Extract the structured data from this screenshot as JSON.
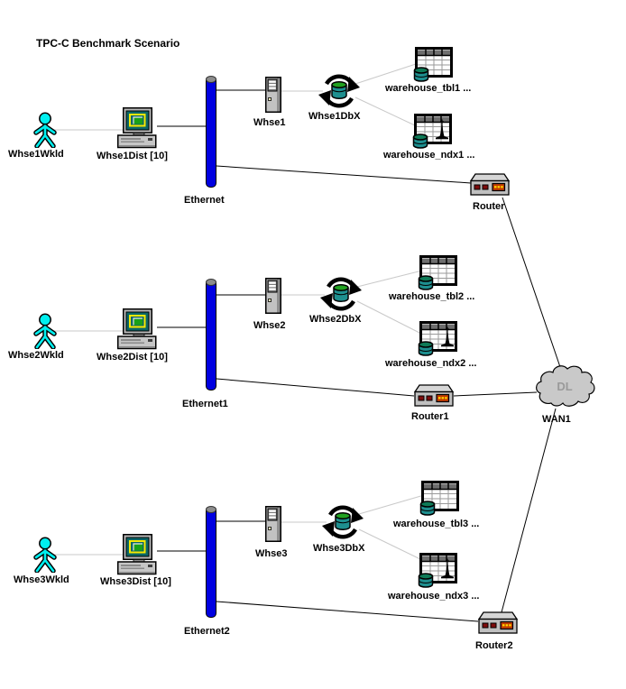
{
  "title": "TPC-C Benchmark Scenario",
  "wan": {
    "label": "WAN1",
    "text": "DL"
  },
  "colors": {
    "ethernet-blue": "#0000E0",
    "actor-cyan": "#00EFEF",
    "db-body": "#1E8F8F",
    "db-top": "#21A121",
    "db-top-dark": "#0E7A57",
    "link-gray": "#C9C9C9",
    "cloud-gray": "#C9C9C9",
    "cloud-text": "#9A9A9A",
    "led-dark-red": "#7E0C0C",
    "led-panel": "#C23B00",
    "metal-gray": "#C0C0C0"
  },
  "tiers": [
    {
      "wkld": "Whse1Wkld",
      "dist": "Whse1Dist [10]",
      "ethernet": "Ethernet",
      "server": "Whse1",
      "dbx": "Whse1DbX",
      "tbl": "warehouse_tbl1 ...",
      "ndx": "warehouse_ndx1 ...",
      "router": "Router"
    },
    {
      "wkld": "Whse2Wkld",
      "dist": "Whse2Dist [10]",
      "ethernet": "Ethernet1",
      "server": "Whse2",
      "dbx": "Whse2DbX",
      "tbl": "warehouse_tbl2 ...",
      "ndx": "warehouse_ndx2 ...",
      "router": "Router1"
    },
    {
      "wkld": "Whse3Wkld",
      "dist": "Whse3Dist [10]",
      "ethernet": "Ethernet2",
      "server": "Whse3",
      "dbx": "Whse3DbX",
      "tbl": "warehouse_tbl3 ...",
      "ndx": "warehouse_ndx3 ...",
      "router": "Router2"
    }
  ]
}
